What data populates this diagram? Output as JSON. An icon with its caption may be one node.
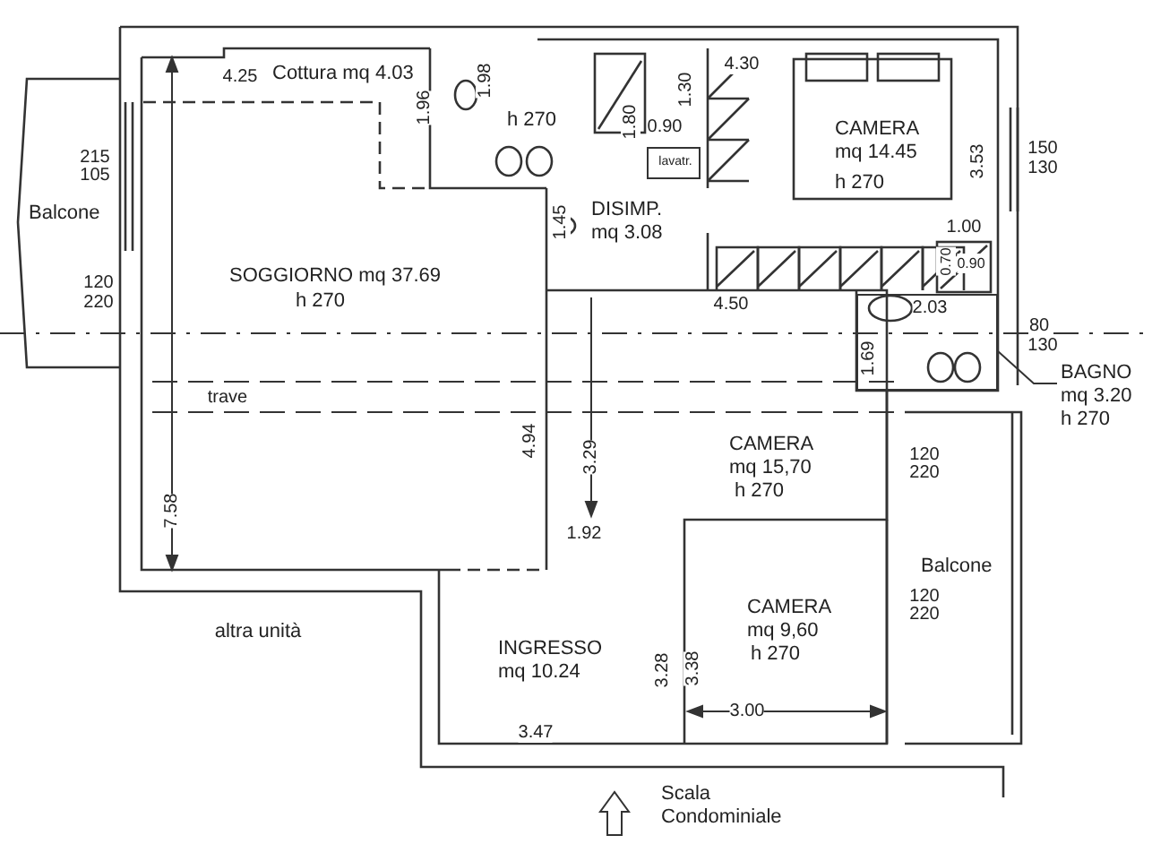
{
  "diagram": {
    "nodes": [
      {
        "text": [
          "Cottura mq 4.03"
        ]
      },
      {
        "text": [
          "h 270"
        ]
      },
      {
        "text": [
          "lavatr."
        ]
      },
      {
        "text": [
          "CAMERA mq 14.45",
          "h 270"
        ]
      },
      {
        "text": [
          "Balcone"
        ]
      },
      {
        "text": [
          "SOGGIORNO mq 37.69",
          "h 270"
        ]
      },
      {
        "text": [
          "DISIMP. mq 3.08"
        ]
      },
      {
        "text": [],
        "shape": "box"
      },
      {
        "text": [
          "BAGNO mq 3.20",
          "h 270"
        ]
      },
      {
        "text": [
          "CAMERA mq 15,70",
          "h 270"
        ]
      },
      {
        "text": [
          "Balcone"
        ]
      },
      {
        "text": [
          "INGRESSO mq 10.24"
        ]
      },
      {
        "text": [
          "CAMERA mq 9,60",
          "h 270"
        ]
      }
    ],
    "edges": [
      {
        "from": 8,
        "to": 7,
        "arrow": "none"
      }
    ],
    "labels": [
      "4.25",
      "1.96",
      "1.98",
      "4.30",
      "1.80",
      "1.30",
      "0.90",
      "215",
      "105",
      "150",
      "130",
      "3.53",
      "1.45",
      "1.00",
      "0.70",
      "0.90",
      "120",
      "220",
      "4.50",
      "2.03",
      "80",
      "130",
      "1.69",
      "trave",
      "3.29",
      "4.94",
      "120",
      "220",
      "7.58",
      "1.92",
      "120",
      "220",
      "altra unità",
      "3.28",
      "3.38",
      "3.47",
      "3.00",
      "Scala Condominiale"
    ]
  }
}
